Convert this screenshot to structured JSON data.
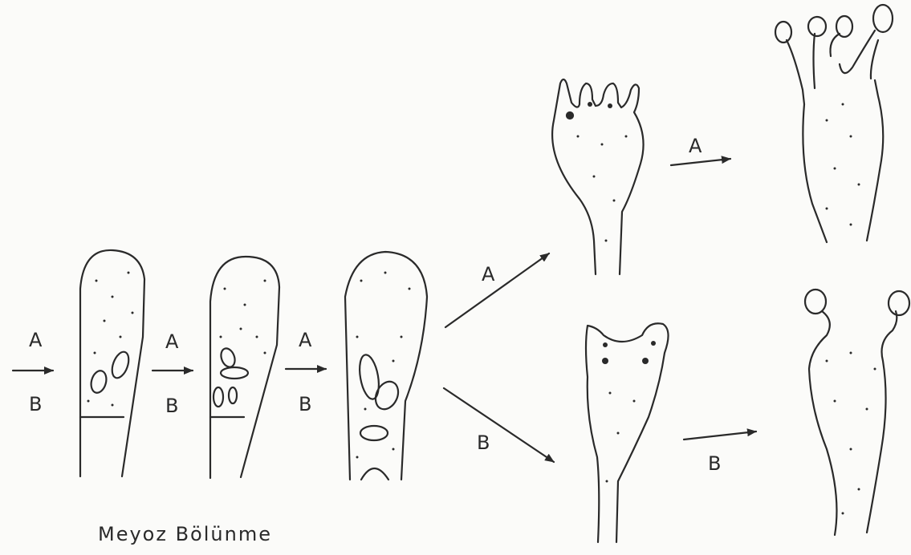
{
  "figure": {
    "caption": "Meyoz Bölünme",
    "colors": {
      "ink": "#2a2a2a",
      "paper": "#fbfbf9"
    },
    "labels": {
      "arrow1_top": "A",
      "arrow1_bottom": "B",
      "arrow2_top": "A",
      "arrow2_bottom": "B",
      "arrow3_top": "A",
      "arrow3_bottom": "B",
      "branch_up": "A",
      "branch_down": "B",
      "final_up": "A",
      "final_down": "B"
    }
  }
}
